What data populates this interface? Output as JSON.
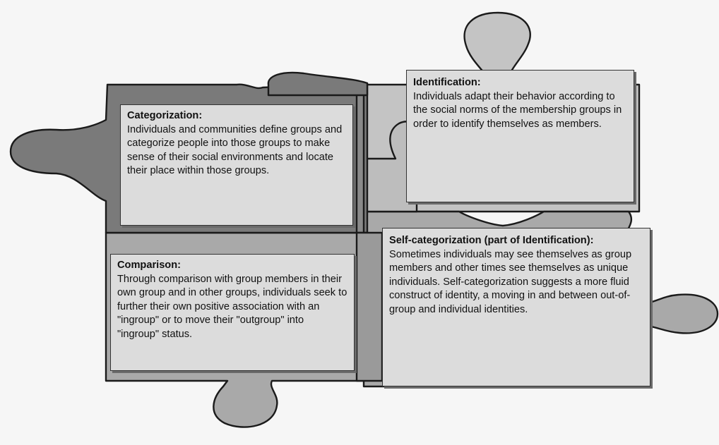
{
  "colors": {
    "background": "#f6f6f6",
    "piece_dark": "#7d7d7d",
    "piece_mid": "#a8a8a8",
    "piece_light": "#c7c7c7",
    "text_box": "#dcdcdc"
  },
  "boxes": {
    "categorization": {
      "title": "Categorization:",
      "body": "Individuals and communities define groups and categorize people into those groups to make sense of their social environments and locate their place within those groups."
    },
    "identification": {
      "title": "Identification:",
      "body": "Individuals adapt their behavior according to the social norms of the membership groups in order to identify themselves as members."
    },
    "comparison": {
      "title": "Comparison:",
      "body": "Through comparison with group members in their own group and in other groups, individuals seek to further their own positive association with an \"ingroup\" or to move their \"outgroup\" into \"ingroup\" status."
    },
    "self_categorization": {
      "title": "Self-categorization (part of Identification):",
      "body": "Sometimes individuals may see themselves as group members and other times see themselves as unique individuals. Self-categorization suggests a more fluid construct of identity, a moving in and between out-of-group and individual identities."
    }
  }
}
